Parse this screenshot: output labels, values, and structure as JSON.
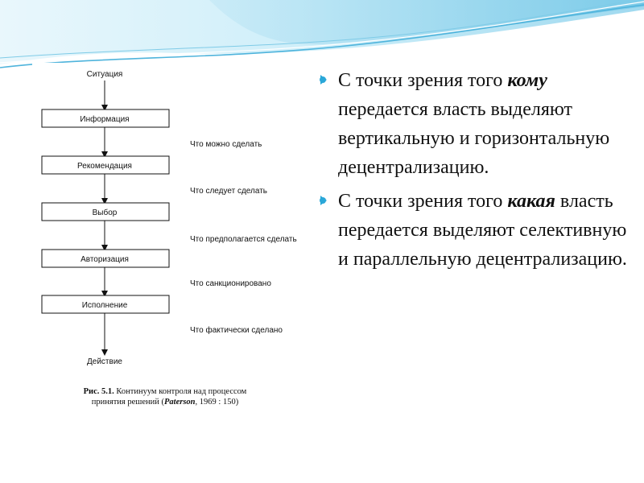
{
  "colors": {
    "accent": "#2aa7d8",
    "banner_light": "#dff3fb",
    "banner_mid": "#9fd9ef"
  },
  "diagram": {
    "start_label": "Ситуация",
    "steps": [
      "Информация",
      "Рекомендация",
      "Выбор",
      "Авторизация",
      "Исполнение"
    ],
    "end_label": "Действие",
    "side_labels": [
      "Что можно сделать",
      "Что следует сделать",
      "Что предполагается сделать",
      "Что санкционировано",
      "Что фактически сделано"
    ],
    "caption": {
      "prefix": "Рис. 5.1.",
      "line1_rest": " Континуум контроля над процессом",
      "line2_start": "принятия решений (",
      "author": "Paterson",
      "line2_end": ", 1969 : 150)"
    }
  },
  "bullets": [
    {
      "before": "С точки зрения того ",
      "emph": "кому",
      "after": " передается власть выделяют вертикальную и горизонтальную децентрализацию."
    },
    {
      "before": "С точки зрения того ",
      "emph": "какая",
      "after": " власть передается выделяют селективную и параллельную децентрализацию."
    }
  ]
}
